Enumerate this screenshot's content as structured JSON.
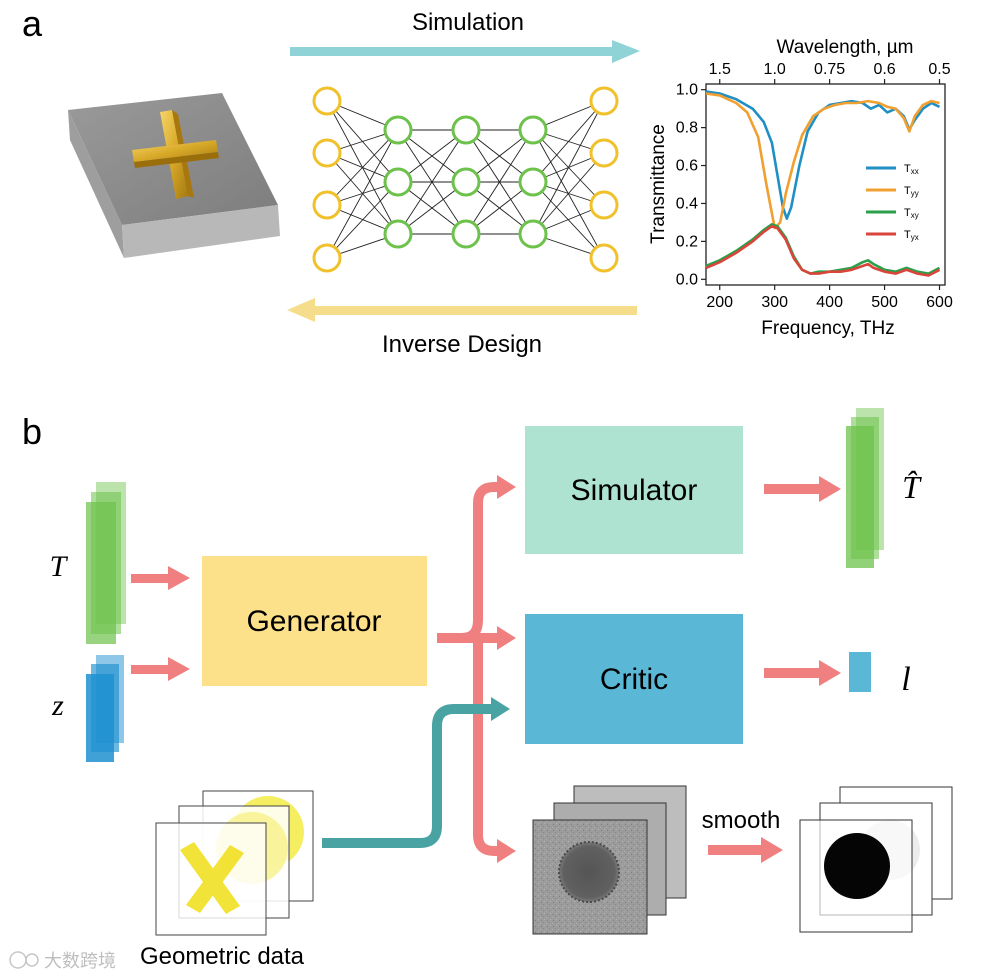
{
  "panel_a": {
    "label": "a",
    "simulation_label": "Simulation",
    "inverse_design_label": "Inverse Design",
    "device_icon": "gold-cross-on-substrate-icon",
    "network_icon": "neural-network-icon",
    "colors": {
      "simulation_arrow": "#8fd3d6",
      "inverse_arrow": "#f5dd8c",
      "node_outer": "#f0c12a",
      "node_hidden": "#6cc24a"
    }
  },
  "panel_b": {
    "label": "b",
    "input_T": "T",
    "input_z": "z",
    "generator_label": "Generator",
    "simulator_label": "Simulator",
    "critic_label": "Critic",
    "output_T_hat": "T̂",
    "output_l": "l",
    "smooth_label": "smooth",
    "geometric_data_label": "Geometric data",
    "colors": {
      "generator": "#fde08a",
      "simulator": "#aee3d2",
      "critic": "#5ab8d6",
      "arrow": "#f08080",
      "teal_arrow": "#4aa3a3",
      "green_stack": "#6cc24a",
      "blue_stack": "#1e90d0"
    }
  },
  "watermark": "大数跨境",
  "chart_data": {
    "type": "line",
    "xlabel": "Frequency, THz",
    "top_xlabel": "Wavelength, µm",
    "ylabel": "Transmittance",
    "xlim": [
      175,
      610
    ],
    "ylim": [
      -0.03,
      1.03
    ],
    "x_ticks": [
      200,
      300,
      400,
      500,
      600
    ],
    "y_ticks": [
      "0.0",
      "0.2",
      "0.4",
      "0.6",
      "0.8",
      "1.0"
    ],
    "top_ticks": [
      {
        "label": "1.5",
        "freq": 200
      },
      {
        "label": "1.0",
        "freq": 300
      },
      {
        "label": "0.75",
        "freq": 400
      },
      {
        "label": "0.6",
        "freq": 500
      },
      {
        "label": "0.5",
        "freq": 600
      }
    ],
    "series": [
      {
        "name": "Txx",
        "color": "#1f8fc4",
        "x": [
          175,
          200,
          230,
          260,
          280,
          295,
          305,
          315,
          322,
          330,
          345,
          360,
          380,
          400,
          420,
          440,
          460,
          475,
          490,
          505,
          520,
          535,
          545,
          555,
          570,
          585,
          600
        ],
        "y": [
          0.99,
          0.98,
          0.95,
          0.9,
          0.83,
          0.72,
          0.55,
          0.38,
          0.32,
          0.38,
          0.6,
          0.78,
          0.88,
          0.92,
          0.93,
          0.94,
          0.93,
          0.9,
          0.92,
          0.88,
          0.9,
          0.86,
          0.79,
          0.84,
          0.9,
          0.93,
          0.91
        ]
      },
      {
        "name": "Tyy",
        "color": "#f0a030",
        "x": [
          175,
          200,
          230,
          250,
          270,
          285,
          300,
          310,
          320,
          335,
          350,
          370,
          390,
          410,
          430,
          450,
          470,
          490,
          505,
          520,
          535,
          545,
          555,
          570,
          585,
          600
        ],
        "y": [
          0.98,
          0.97,
          0.93,
          0.88,
          0.75,
          0.5,
          0.27,
          0.3,
          0.45,
          0.62,
          0.76,
          0.86,
          0.9,
          0.92,
          0.93,
          0.93,
          0.94,
          0.93,
          0.91,
          0.9,
          0.85,
          0.78,
          0.86,
          0.92,
          0.94,
          0.93
        ]
      },
      {
        "name": "Txy",
        "color": "#2aa04a",
        "x": [
          175,
          200,
          230,
          260,
          280,
          295,
          305,
          320,
          335,
          350,
          365,
          380,
          400,
          420,
          440,
          460,
          470,
          480,
          500,
          520,
          540,
          560,
          580,
          600
        ],
        "y": [
          0.07,
          0.1,
          0.15,
          0.21,
          0.26,
          0.29,
          0.28,
          0.22,
          0.12,
          0.05,
          0.03,
          0.04,
          0.04,
          0.05,
          0.06,
          0.09,
          0.1,
          0.08,
          0.05,
          0.04,
          0.06,
          0.04,
          0.03,
          0.06
        ]
      },
      {
        "name": "Tyx",
        "color": "#d9453a",
        "x": [
          175,
          200,
          230,
          260,
          280,
          295,
          305,
          320,
          335,
          350,
          365,
          380,
          400,
          420,
          440,
          460,
          470,
          480,
          500,
          520,
          540,
          560,
          580,
          600
        ],
        "y": [
          0.06,
          0.09,
          0.14,
          0.2,
          0.25,
          0.28,
          0.27,
          0.21,
          0.11,
          0.05,
          0.03,
          0.03,
          0.04,
          0.04,
          0.05,
          0.07,
          0.08,
          0.06,
          0.04,
          0.03,
          0.05,
          0.03,
          0.02,
          0.05
        ]
      }
    ],
    "legend_labels": {
      "Txx": "Txx",
      "Tyy": "Tyy",
      "Txy": "Txy",
      "Tyx": "Tyx"
    }
  }
}
